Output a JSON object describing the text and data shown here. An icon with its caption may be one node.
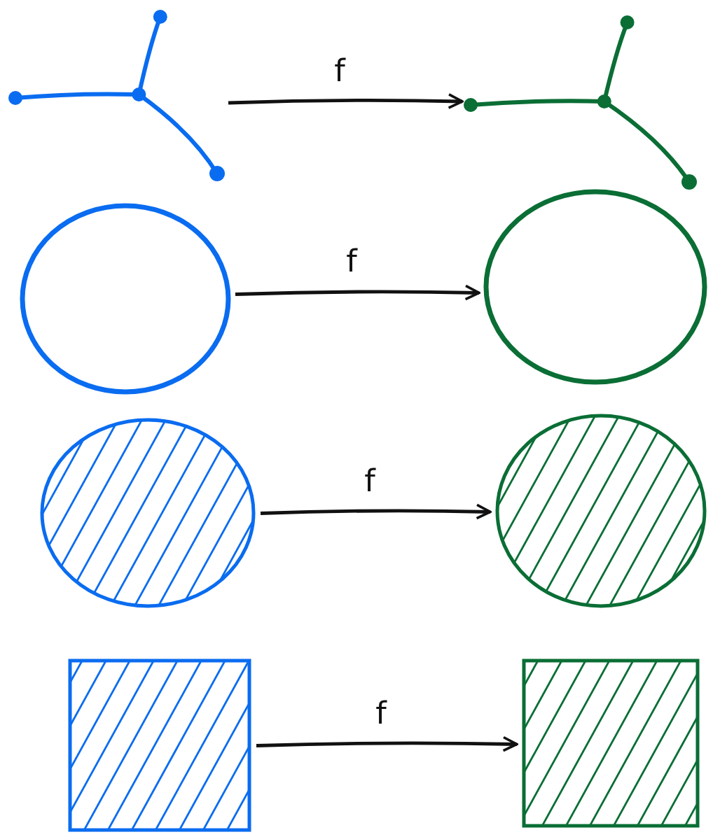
{
  "diagram": {
    "nodes": [
      {
        "text": [],
        "shape": "graph"
      },
      {
        "text": [],
        "shape": "graph"
      },
      {
        "text": [],
        "shape": "circle"
      },
      {
        "text": [],
        "shape": "circle"
      },
      {
        "text": [],
        "shape": "disk"
      },
      {
        "text": [],
        "shape": "disk"
      },
      {
        "text": [],
        "shape": "square"
      },
      {
        "text": [],
        "shape": "square"
      }
    ],
    "edges": [
      {
        "from": 0,
        "to": 1,
        "arrow": "to",
        "label": "f"
      },
      {
        "from": 2,
        "to": 3,
        "arrow": "to",
        "label": "f"
      },
      {
        "from": 4,
        "to": 5,
        "arrow": "to",
        "label": "f"
      },
      {
        "from": 6,
        "to": 7,
        "arrow": "to",
        "label": "f"
      }
    ]
  }
}
